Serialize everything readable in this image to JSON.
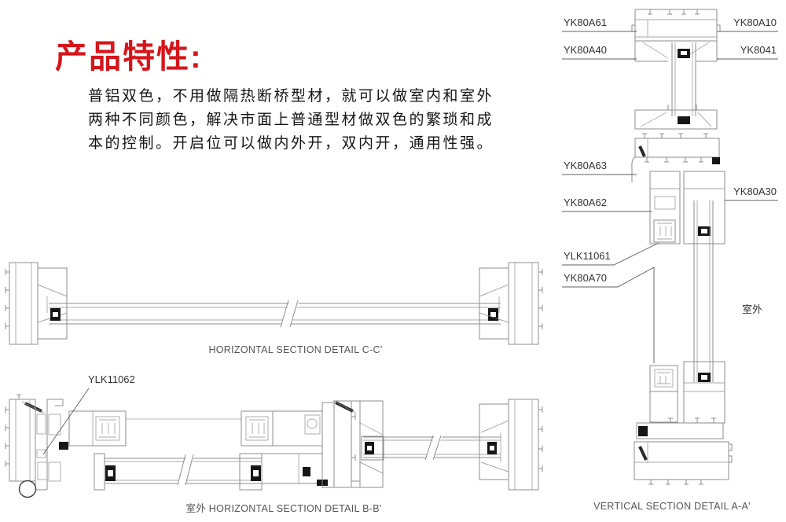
{
  "header": {
    "title": "产品特性:",
    "description_lines": [
      "普铝双色，不用做隔热断桥型材，就可以做室内和室外",
      "两种不同颜色，解决市面上普通型材做双色的繁琐和成",
      "本的控制。开启位可以做内外开，双内开，通用性强。"
    ]
  },
  "colors": {
    "accent_red": "#d6151a",
    "drawing_line": "#8d8d8d",
    "label_text": "#333333",
    "caption_text": "#555555"
  },
  "sections": {
    "cc": {
      "caption": "HORIZONTAL SECTION DETAIL C-C'"
    },
    "bb": {
      "caption": "室外  HORIZONTAL SECTION DETAIL B-B'",
      "part_label": "YLK11062"
    },
    "aa": {
      "caption": "VERTICAL SECTION DETAIL A-A'",
      "outdoor_label": "室外",
      "part_labels": {
        "yk80a61": "YK80A61",
        "yk80a10": "YK80A10",
        "yk80a40": "YK80A40",
        "yk8041": "YK8041",
        "yk80a63": "YK80A63",
        "yk80a30": "YK80A30",
        "yk80a62": "YK80A62",
        "ylk11061": "YLK11061",
        "yk80a70": "YK80A70"
      }
    }
  }
}
